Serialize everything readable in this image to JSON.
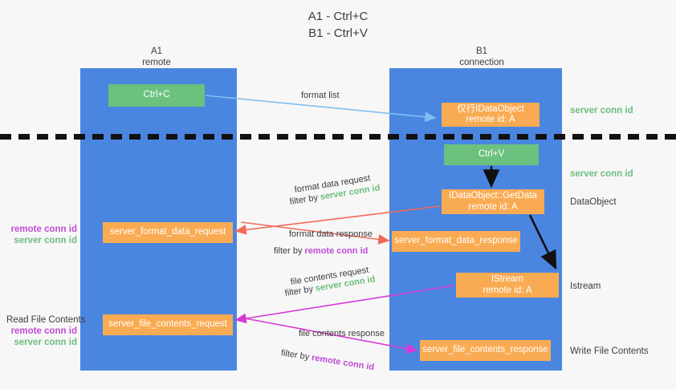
{
  "title": "A1 - Ctrl+C\nB1 - Ctrl+V",
  "columns": {
    "left": {
      "name": "A1",
      "role": "remote",
      "header": "A1\nremote"
    },
    "right": {
      "name": "B1",
      "role": "connection",
      "header": "B1\nconnection"
    }
  },
  "colors": {
    "lane": "#4a86e0",
    "box_orange": "#f9ab53",
    "box_green": "#6cc17f",
    "server_conn_id": "#6cbd7e",
    "remote_conn_id": "#c04bd6",
    "arrow_format_list": "#7fbff0",
    "arrow_format_data": "#f06a5a",
    "arrow_file_contents": "#d63ad6",
    "arrow_internal": "#111111",
    "background": "#f7f7f7"
  },
  "boxes": {
    "ctrl_c": "Ctrl+C",
    "idataobject": "仅行IDataObject\nremote id: A",
    "ctrl_v": "Ctrl+V",
    "getdata": "IDataObject::GetData\nremote id: A",
    "server_format_data_request": "server_format_data_request",
    "server_format_data_response": "server_format_data_response",
    "istream": "IStream\nremote id: A",
    "server_file_contents_request": "server_file_contents_request",
    "server_file_contents_response": "server_file_contents_response"
  },
  "arrow_captions": {
    "format_list": "format list",
    "format_data_request": "format data request",
    "format_data_request_filter_prefix": "filter by ",
    "format_data_request_filter_value": "server conn id",
    "format_data_response": "format data response",
    "format_data_response_filter_prefix": "filter by ",
    "format_data_response_filter_value": "remote conn id",
    "file_contents_request": "file contents request",
    "file_contents_request_filter_prefix": "filter by ",
    "file_contents_request_filter_value": "server conn id",
    "file_contents_response": "file contents response",
    "file_contents_response_filter_prefix": "filter by ",
    "file_contents_response_filter_value": "remote conn id"
  },
  "side_labels": {
    "right": {
      "server_conn_id_top": "server conn id",
      "server_conn_id_mid": "server conn id",
      "dataobject": "DataObject",
      "istream": "Istream",
      "write_file_contents": "Write File Contents"
    },
    "left": {
      "remote_conn_id_1": "remote conn id",
      "server_conn_id_1": "server conn id",
      "read_file_contents": "Read File Contents",
      "remote_conn_id_2": "remote conn id",
      "server_conn_id_2": "server conn id"
    }
  }
}
